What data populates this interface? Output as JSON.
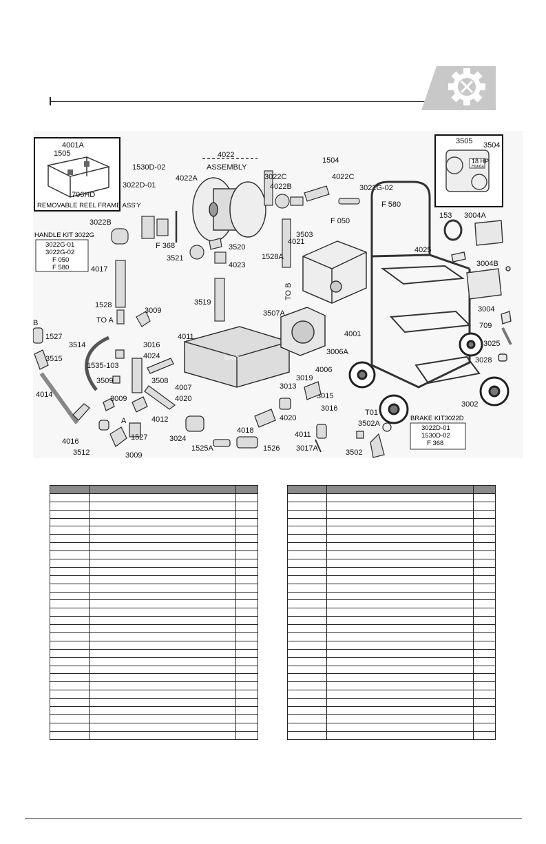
{
  "diagram": {
    "labels": {
      "l4001A": "4001A",
      "l1505": "1505",
      "l706HD": "706HD",
      "frame_caption": "REMOVABLE REEL FRAME ASS'Y",
      "l1530D02": "1530D-02",
      "l4022": "4022",
      "assembly": "ASSEMBLY",
      "l3022C": "3022C",
      "l1504": "1504",
      "l3022D01": "3022D-01",
      "l4022A": "4022A",
      "l4022B": "4022B",
      "l4022C": "4022C",
      "l3022G02": "3022G-02",
      "lF580": "F 580",
      "lF050": "F 050",
      "l3022B": "3022B",
      "lF368": "F 368",
      "l3520": "3520",
      "l3521": "3521",
      "l4023": "4023",
      "l4021": "4021",
      "l1528A": "1528A",
      "l3503": "3503",
      "toB": "TO B",
      "l4017": "4017",
      "l3519": "3519",
      "l1528": "1528",
      "l3009a": "3009",
      "toA": "TO A",
      "l3507A": "3507A",
      "lB": "B",
      "l1527a": "1527",
      "l3514": "3514",
      "l4011a": "4011",
      "l3016a": "3016",
      "l4024": "4024",
      "l3515": "3515",
      "l1535103": "1535-103",
      "l3509": "3509",
      "l3508": "3508",
      "l4007": "4007",
      "l3006A": "3006A",
      "l4006": "4006",
      "l3019": "3019",
      "l3013": "3013",
      "l4014": "4014",
      "l4020a": "4020",
      "l3009b": "3009",
      "l4012": "4012",
      "l3015": "3015",
      "l3016b": "3016",
      "l4020b": "4020",
      "l4016": "4016",
      "lA": "A",
      "l1527b": "1527",
      "l3024": "3024",
      "l4018": "4018",
      "l4011b": "4011",
      "l3512": "3512",
      "l3009c": "3009",
      "l1525A": "1525A",
      "l1526": "1526",
      "l3017A": "3017A",
      "lT01127": "T01 127",
      "l3502A": "3502A",
      "l3502": "3502",
      "l3505": "3505",
      "l3504": "3504",
      "l153": "153",
      "l3004A": "3004A",
      "l4025": "4025",
      "l3004B": "3004B",
      "l3004": "3004",
      "l709": "709",
      "l3025": "3025",
      "l4001": "4001",
      "l3028": "3028",
      "l3002": "3002",
      "pump_brand": "GIANT",
      "engine_label": "18 HP",
      "engine_brand": "Honda"
    },
    "handle_kit": {
      "title": "HANDLE KIT 3022G",
      "items": [
        "3022G-01",
        "3022G-02",
        "F 050",
        "F 580"
      ]
    },
    "brake_kit": {
      "title": "BRAKE KIT3022D",
      "items": [
        "3022D-01",
        "1530D-02",
        "F 368"
      ]
    }
  },
  "tables": {
    "left": {
      "rows": 30
    },
    "right": {
      "rows": 30
    }
  },
  "colors": {
    "header_fill": "#8a8a8a",
    "badge_fill": "#c8c8c8",
    "line": "#222222"
  }
}
